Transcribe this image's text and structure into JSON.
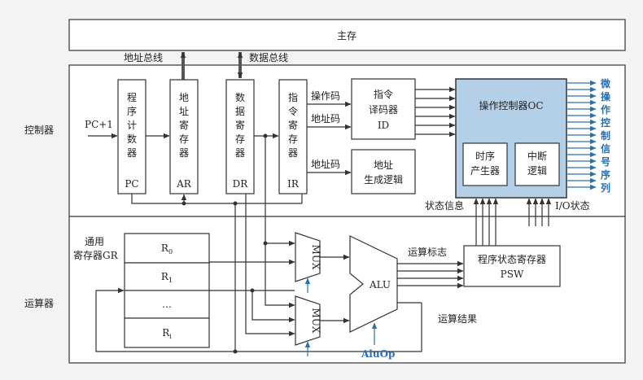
{
  "labels": {
    "main_memory": "主存",
    "address_bus": "地址总线",
    "data_bus": "数据总线",
    "controller": "控制器",
    "alu_unit": "运算器",
    "pc_plus_1": "PC+1",
    "pc_chars": [
      "程",
      "序",
      "计",
      "数",
      "器"
    ],
    "pc": "PC",
    "ar_chars": [
      "地",
      "址",
      "寄",
      "存",
      "器"
    ],
    "ar": "AR",
    "dr_chars": [
      "数",
      "据",
      "寄",
      "存",
      "器"
    ],
    "dr": "DR",
    "ir_chars": [
      "指",
      "令",
      "寄",
      "存",
      "器"
    ],
    "ir": "IR",
    "opcode": "操作码",
    "addr_code_1": "地址码",
    "addr_code_2": "地址码",
    "decoder_line1": "指令",
    "decoder_line2": "译码器",
    "decoder_line3": "ID",
    "addr_logic_line1": "地址",
    "addr_logic_line2": "生成逻辑",
    "oc": "操作控制器OC",
    "timing_line1": "时序",
    "timing_line2": "产生器",
    "interrupt_line1": "中断",
    "interrupt_line2": "逻辑",
    "micro_op_chars": [
      "微",
      "操",
      "作",
      "控",
      "制",
      "信",
      "号",
      "序",
      "列"
    ],
    "status_info": "状态信息",
    "io_status": "I/O状态",
    "gr_line1": "通用",
    "gr_line2": "寄存器GR",
    "r0": "R",
    "r0_sub": "0",
    "r1": "R",
    "r1_sub": "1",
    "ellipsis": "…",
    "ri": "R",
    "ri_sub": "i",
    "mux": "MUX",
    "alu": "ALU",
    "flags": "运算标志",
    "psw_line1": "程序状态寄存器",
    "psw_line2": "PSW",
    "result": "运算结果",
    "aluop": "AluOp"
  },
  "colors": {
    "background": "#f3f3f3",
    "box_fill": "#ffffff",
    "line": "#333333",
    "oc_fill": "#b4cfe8",
    "micro_op": "#2a6fb0"
  }
}
